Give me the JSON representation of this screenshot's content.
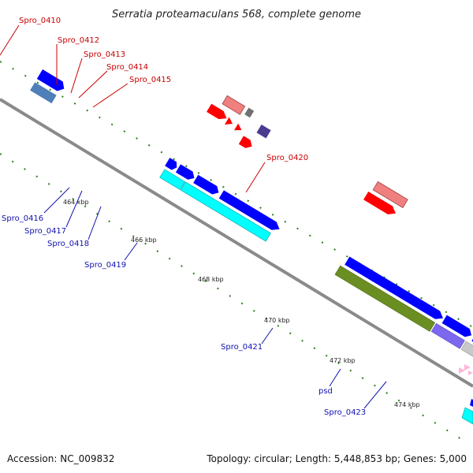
{
  "title": "Serratia proteamaculans 568, complete genome",
  "footer": {
    "accession": "Accession: NC_009832",
    "topology": "Topology: circular; Length: 5,448,853 bp; Genes: 5,000"
  },
  "genes_top": [
    "Spro_0410",
    "Spro_0412",
    "Spro_0413",
    "Spro_0414",
    "Spro_0415",
    "Spro_0420"
  ],
  "genes_bottom": [
    "Spro_0416",
    "Spro_0417",
    "Spro_0418",
    "Spro_0419",
    "Spro_0421",
    "psd",
    "Spro_0423"
  ],
  "ticks": [
    "464 kbp",
    "466 kbp",
    "468 kbp",
    "470 kbp",
    "472 kbp",
    "474 kbp"
  ],
  "colors": {
    "backbone": "#8a8a8a",
    "cds_forward": "#ff0000",
    "cds_forward_light": "#f08080",
    "cds_reverse": "#0000ff",
    "rna": "#00ffff",
    "olive": "#6b8e23",
    "label_top": "#c80000",
    "label_bottom": "#1010b0"
  }
}
